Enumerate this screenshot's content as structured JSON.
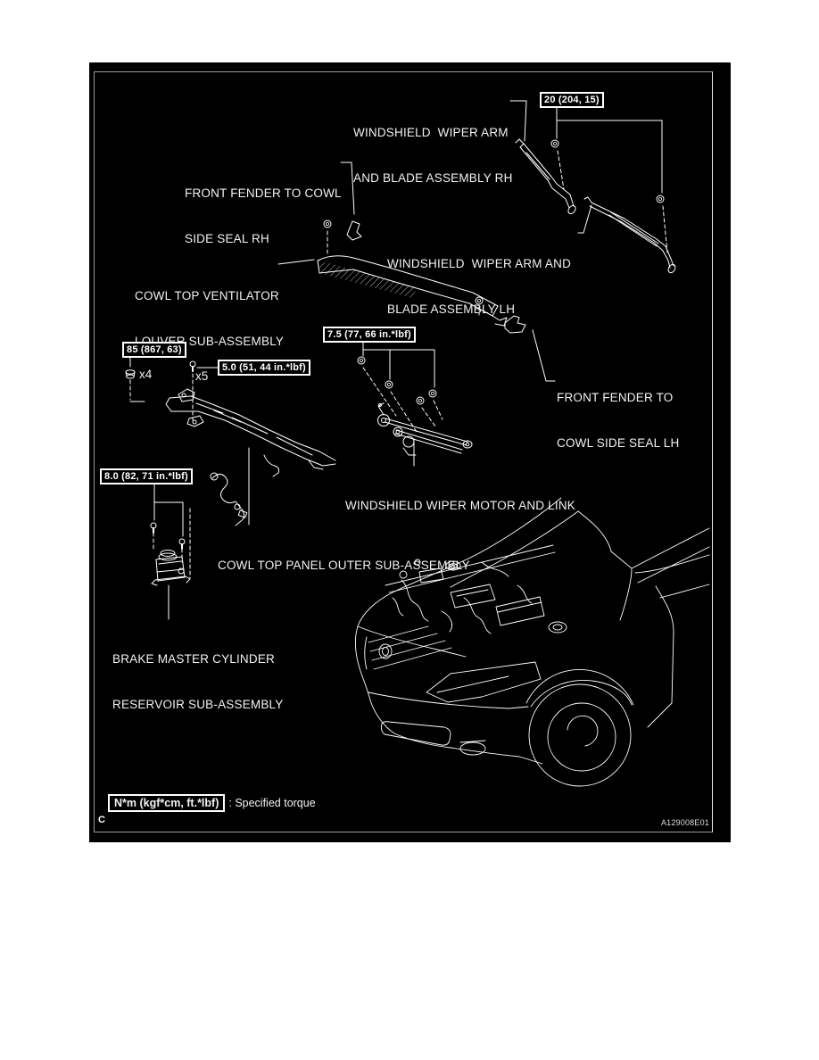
{
  "page": {
    "background": "#ffffff",
    "panel_background": "#000000",
    "line_color": "#ffffff"
  },
  "labels": {
    "wiper_rh": {
      "line1": "WINDSHIELD  WIPER ARM",
      "line2": "AND BLADE ASSEMBLY RH"
    },
    "fender_rh": {
      "line1": "FRONT FENDER TO COWL",
      "line2": "SIDE SEAL RH"
    },
    "wiper_lh": {
      "line1": "WINDSHIELD  WIPER ARM AND",
      "line2": "BLADE ASSEMBLY LH"
    },
    "louver": {
      "line1": "COWL TOP VENTILATOR",
      "line2": "LOUVER SUB-ASSEMBLY"
    },
    "fender_lh": {
      "line1": "FRONT FENDER TO",
      "line2": "COWL SIDE SEAL LH"
    },
    "motor": {
      "line1": "WINDSHIELD WIPER MOTOR AND LINK"
    },
    "cowl_panel": {
      "line1": "COWL TOP PANEL OUTER SUB-ASSEMBLY"
    },
    "brake": {
      "line1": "BRAKE MASTER CYLINDER",
      "line2": "RESERVOIR SUB-ASSEMBLY"
    }
  },
  "torques": {
    "t20": "20 (204, 15)",
    "t75": "7.5 (77, 66 in.*lbf)",
    "t85": "85 (867, 63)",
    "t50": "5.0 (51, 44 in.*lbf)",
    "t80": "8.0 (82, 71 in.*lbf)"
  },
  "quantities": {
    "x4": "x4",
    "x5": "x5"
  },
  "legend": {
    "boxed": "N*m (kgf*cm, ft.*lbf)",
    "suffix": ": Specified torque"
  },
  "footer": {
    "corner_mark": "C",
    "figure_code": "A129008E01"
  }
}
